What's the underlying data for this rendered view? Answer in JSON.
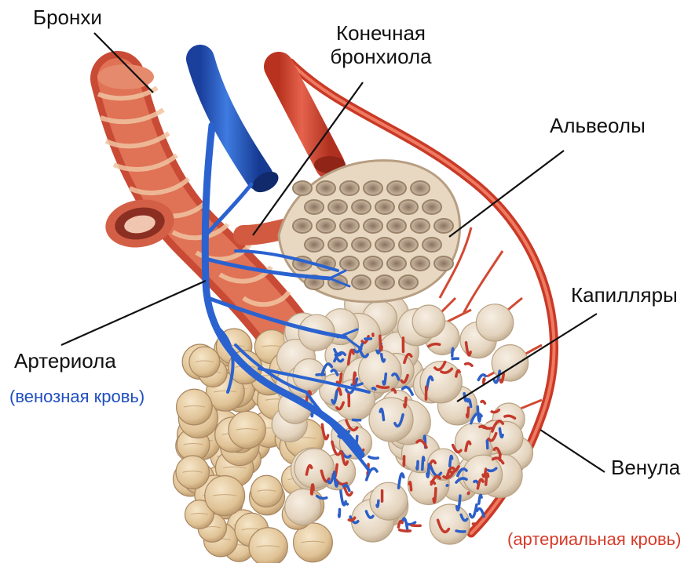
{
  "labels": {
    "bronchi": "Бронхи",
    "terminal_bronchiole_line1": "Конечная",
    "terminal_bronchiole_line2": "бронхиола",
    "alveoli": "Альвеолы",
    "capillaries": "Капилляры",
    "arteriole": "Артериола",
    "arteriole_note": "(венозная кровь)",
    "venule": "Венула",
    "venule_note": "(артериальная кровь)"
  },
  "colors": {
    "venous_blood": "#1f4fbf",
    "arterial_blood": "#d63b2a",
    "muscle": "#d9614a",
    "cartilage": "#e8b890",
    "alveolus": "#e6d6c0",
    "alveolus_cluster_left": "#e2c9a0",
    "leader_line": "#111111"
  }
}
